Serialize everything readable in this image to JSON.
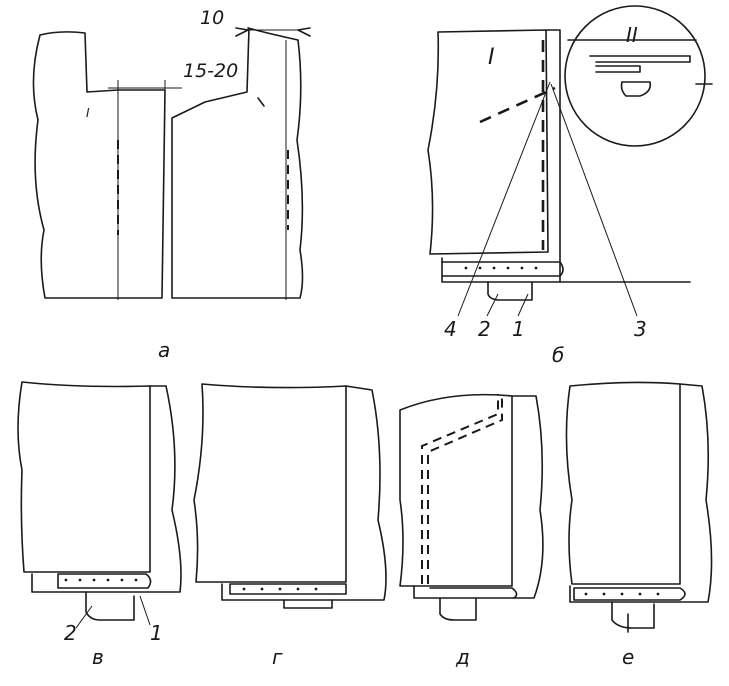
{
  "panels": [
    {
      "id": "a",
      "caption": "а"
    },
    {
      "id": "b",
      "caption": "б"
    },
    {
      "id": "v",
      "caption": "в"
    },
    {
      "id": "g",
      "caption": "г"
    },
    {
      "id": "d",
      "caption": "д"
    },
    {
      "id": "e",
      "caption": "е"
    }
  ],
  "dimensions": {
    "top_width": "10",
    "notch_depth": "15-20"
  },
  "roman_labels": {
    "first": "I",
    "second": "II"
  },
  "callouts_b": [
    "4",
    "2",
    "1",
    "3"
  ],
  "callouts_v": [
    "2",
    "1"
  ],
  "small_mark_a": "I"
}
